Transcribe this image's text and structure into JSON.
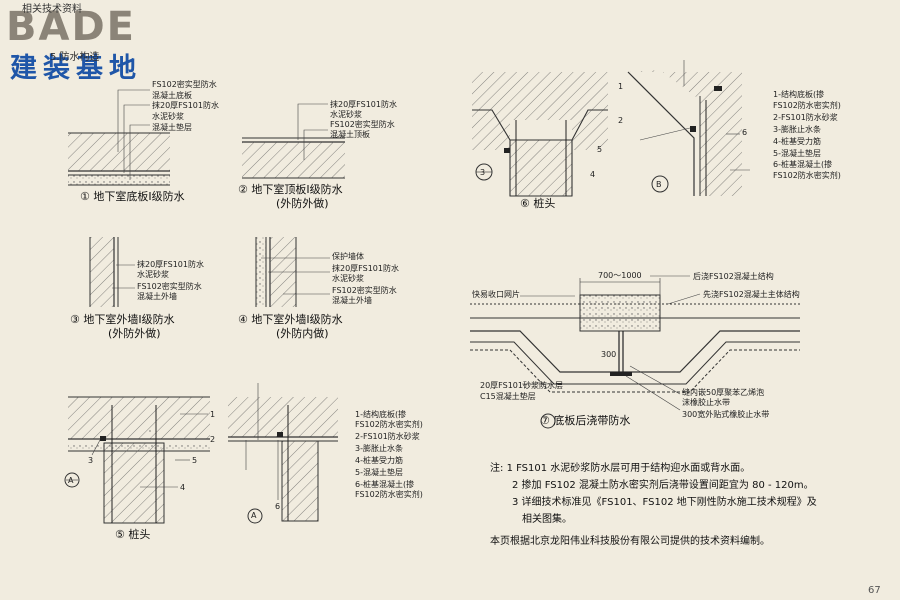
{
  "header": {
    "brand": "BADE",
    "subtitle": "建装基地",
    "doc_tag": "相关技术资料",
    "section": "5.防水构造"
  },
  "figures": {
    "f1": {
      "num": "①",
      "caption": "地下室底板Ⅰ级防水",
      "labels": [
        "FS102密实型防水",
        "混凝土底板",
        "抹20厚FS101防水",
        "水泥砂浆",
        "混凝土垫层"
      ]
    },
    "f2": {
      "num": "②",
      "caption": "地下室顶板Ⅰ级防水",
      "caption2": "(外防外做)",
      "labels": [
        "抹20厚FS101防水",
        "水泥砂浆",
        "FS102密实型防水",
        "混凝土顶板"
      ]
    },
    "f3": {
      "num": "③",
      "caption": "地下室外墙Ⅰ级防水",
      "caption2": "(外防外做)",
      "labels": [
        "抹20厚FS101防水",
        "水泥砂浆",
        "FS102密实型防水",
        "混凝土外墙"
      ]
    },
    "f4": {
      "num": "④",
      "caption": "地下室外墙Ⅰ级防水",
      "caption2": "(外防内做)",
      "labels": [
        "保护墙体",
        "抹20厚FS101防水",
        "水泥砂浆",
        "FS102密实型防水",
        "混凝土外墙"
      ]
    },
    "f5": {
      "num": "⑤",
      "caption": "桩头",
      "detail": "A",
      "numbers": [
        "1",
        "2",
        "3",
        "4",
        "5",
        "6"
      ],
      "legend": [
        "1-结构底板(掺",
        "FS102防水密实剂)",
        "2-FS101防水砂浆",
        "3-膨胀止水条",
        "4-桩基受力筋",
        "5-混凝土垫层",
        "6-桩基混凝土(掺",
        "FS102防水密实剂)"
      ]
    },
    "f6": {
      "num": "⑥",
      "caption": "桩头",
      "detail": "B",
      "numbers": [
        "1",
        "2",
        "3",
        "4",
        "5",
        "6"
      ],
      "legend": [
        "1-结构底板(掺",
        "FS102防水密实剂)",
        "2-FS101防水砂浆",
        "3-膨胀止水条",
        "4-桩基受力筋",
        "5-混凝土垫层",
        "6-桩基混凝土(掺",
        "FS102防水密实剂)"
      ]
    },
    "f7": {
      "num": "⑦",
      "caption": "底板后浇带防水",
      "dim_top": "700～1000",
      "dim_side": "300",
      "labels": {
        "mesh": "快易收口网片",
        "later": "后浇FS102混凝土结构",
        "first": "先浇FS102混凝土主体结构",
        "layer": "20厚FS101砂浆防水层",
        "c15": "C15混凝土垫层",
        "seam1": "缝内嵌50厚聚苯乙烯泡",
        "seam2": "沫橡胶止水带",
        "strip": "300宽外贴式橡胶止水带"
      }
    }
  },
  "notes": {
    "head": "注:",
    "items": [
      "1 FS101 水泥砂浆防水层可用于结构迎水面或背水面。",
      "2 掺加 FS102 混凝土防水密实剂后浇带设置间距宜为 80 - 120m。",
      "3 详细技术标准见《FS101、FS102 地下刚性防水施工技术规程》及",
      "相关图集。"
    ]
  },
  "footer": "本页根据北京龙阳伟业科技股份有限公司提供的技术资料编制。",
  "page_number": "67"
}
